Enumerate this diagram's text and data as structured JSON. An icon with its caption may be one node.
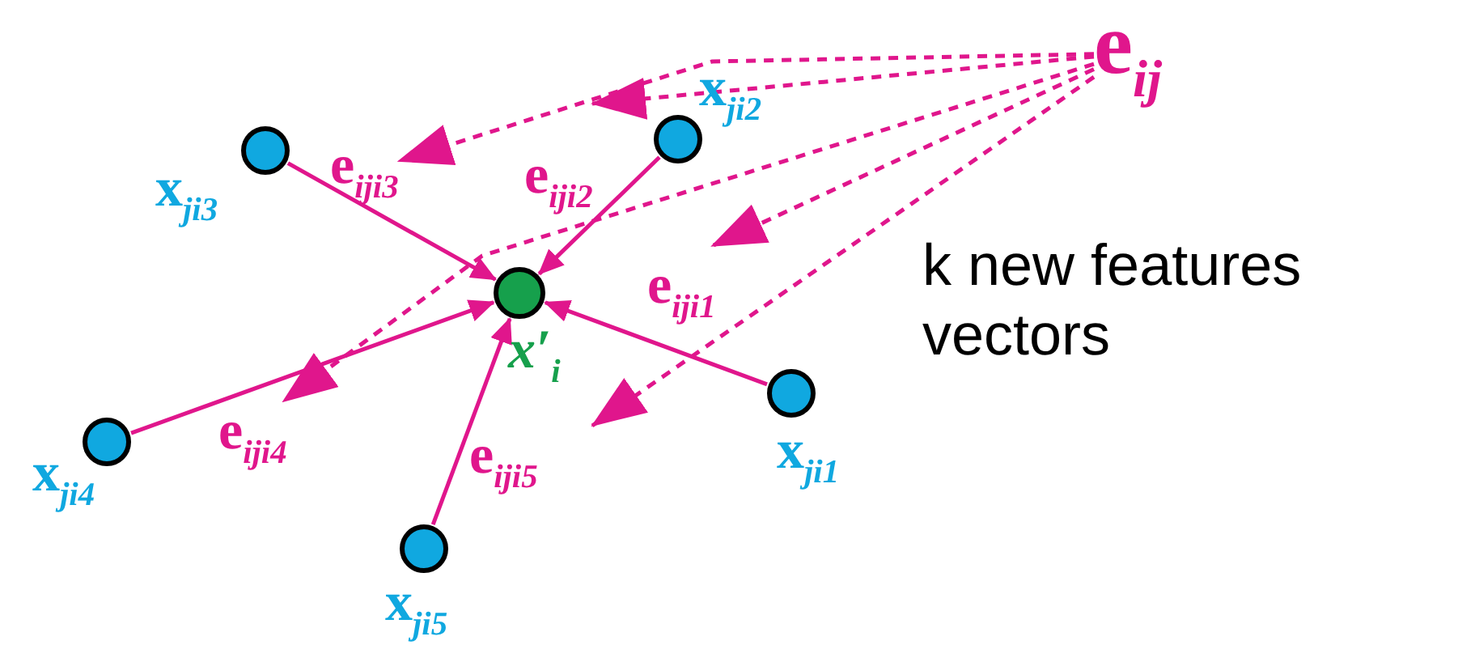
{
  "diagram": {
    "nodes": [
      {
        "text": [],
        "shape": "circle",
        "beside": [
          "x′$_{i}$"
        ]
      },
      {
        "text": [],
        "shape": "circle",
        "beside": [
          "x$_{ji3}$"
        ]
      },
      {
        "text": [],
        "shape": "circle",
        "beside": [
          "x$_{ji2}$"
        ]
      },
      {
        "text": [],
        "shape": "circle",
        "beside": [
          "x$_{ji1}$"
        ]
      },
      {
        "text": [],
        "shape": "circle",
        "beside": [
          "x$_{ji4}$"
        ]
      },
      {
        "text": [],
        "shape": "circle",
        "beside": [
          "x$_{ji5}$"
        ]
      },
      {
        "text": [
          "e$_{ij}$"
        ]
      },
      {
        "text": [
          "e$_{iji3}$"
        ]
      },
      {
        "text": [
          "e$_{iji2}$"
        ]
      },
      {
        "text": [
          "e$_{iji1}$"
        ]
      },
      {
        "text": [
          "e$_{iji4}$"
        ]
      },
      {
        "text": [
          "e$_{iji5}$"
        ]
      }
    ],
    "edges": [
      {
        "from": 1,
        "to": 0,
        "arrow": "to"
      },
      {
        "from": 2,
        "to": 0,
        "arrow": "to"
      },
      {
        "from": 3,
        "to": 0,
        "arrow": "to"
      },
      {
        "from": 4,
        "to": 0,
        "arrow": "to"
      },
      {
        "from": 5,
        "to": 0,
        "arrow": "to"
      },
      {
        "from": 6,
        "to": 8,
        "arrow": "to",
        "style": "dashed"
      },
      {
        "from": 6,
        "to": 7,
        "arrow": "to",
        "style": "dashed"
      },
      {
        "from": 6,
        "to": 9,
        "arrow": "to",
        "style": "dashed"
      },
      {
        "from": 6,
        "to": 10,
        "arrow": "to",
        "style": "dashed"
      },
      {
        "from": 6,
        "to": 11,
        "arrow": "to",
        "style": "dashed"
      }
    ],
    "labels": [
      "k new features vectors"
    ]
  }
}
